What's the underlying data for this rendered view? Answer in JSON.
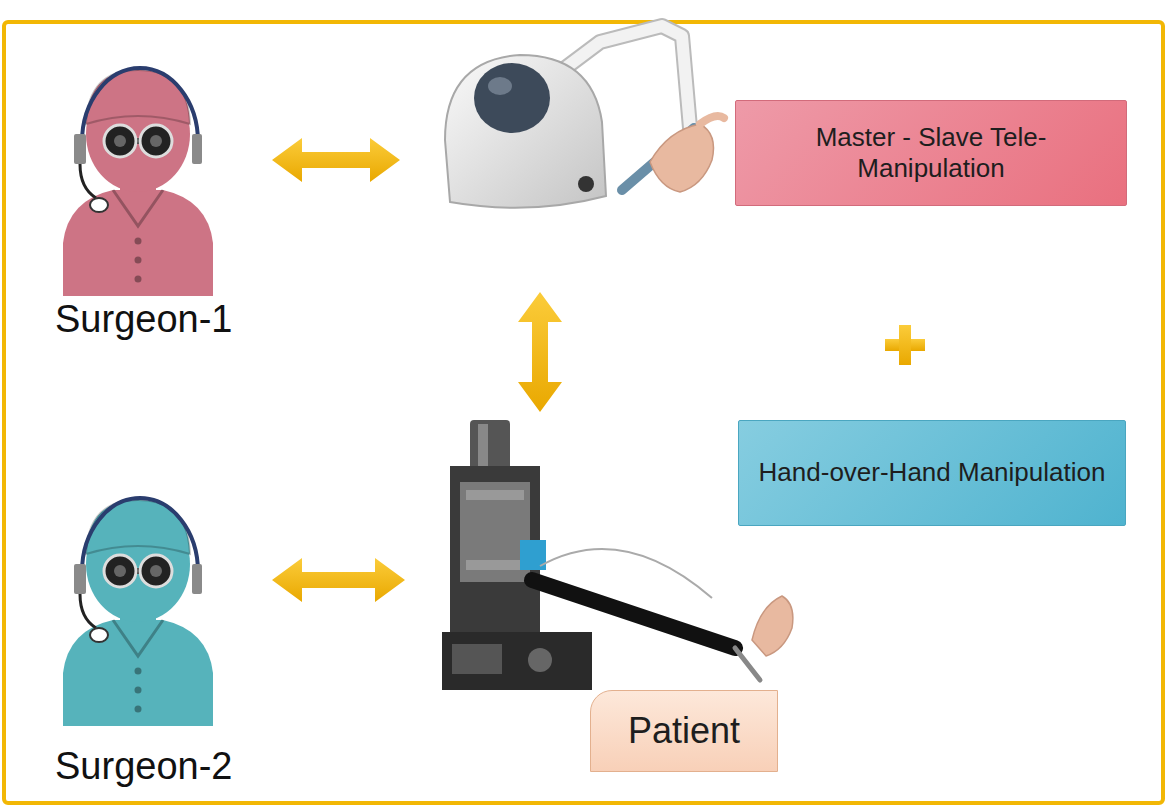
{
  "diagram": {
    "nodes": [
      {
        "text": [
          "Master - Slave Tele-Manipulation"
        ]
      },
      {
        "text": [
          "Hand-over-Hand Manipulation"
        ]
      },
      {
        "text": [
          "Patient"
        ]
      }
    ],
    "labels": [
      "Surgeon-1",
      "Surgeon-2"
    ]
  }
}
